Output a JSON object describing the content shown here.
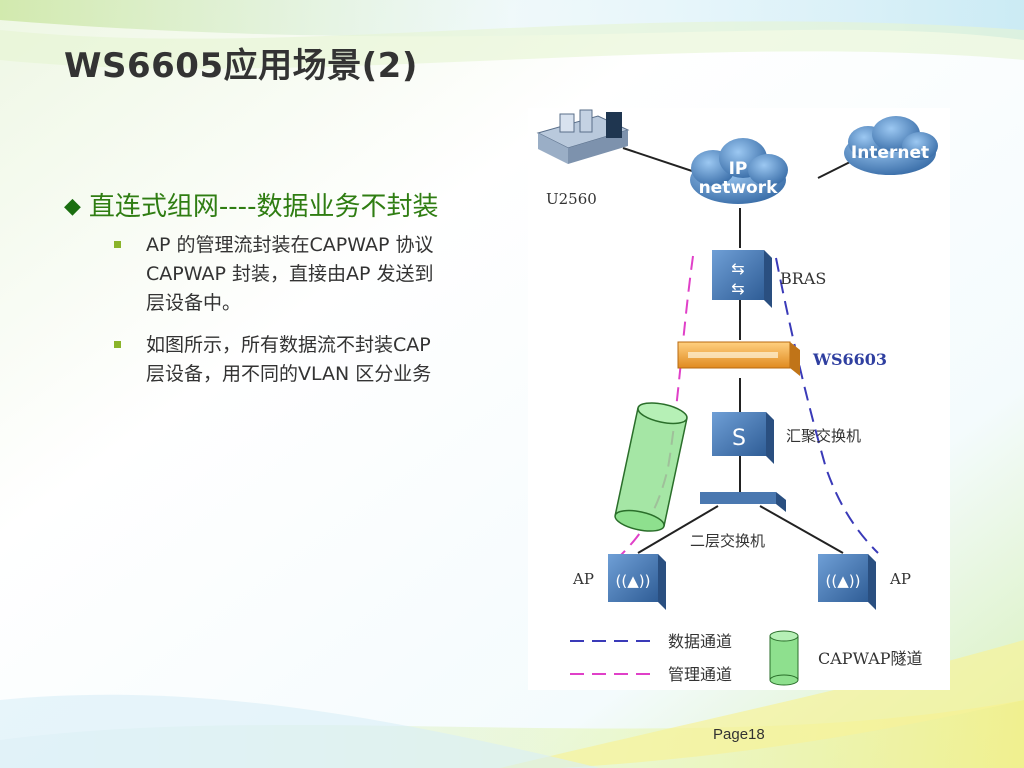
{
  "slide": {
    "title": "WS6605应用场景(2)",
    "main_bullet": "直连式组网----数据业务不封装",
    "sub_bullets": [
      {
        "line1": " AP 的管理流封装在CAPWAP 协议",
        "line2": "CAPWAP 封装，直接由AP 发送到",
        "line3": "层设备中。"
      },
      {
        "line1": " 如图所示，所有数据流不封装CAP",
        "line2": "层设备，用不同的VLAN 区分业务"
      }
    ],
    "page_label": "Page18"
  },
  "diagram": {
    "nodes": {
      "server": "U2560",
      "ip_network_line1": "IP",
      "ip_network_line2": "network",
      "internet": "Internet",
      "bras": "BRAS",
      "ws": "WS6603",
      "agg_switch": "汇聚交换机",
      "l2_switch": "二层交换机",
      "ap_left": "AP",
      "ap_right": "AP",
      "s_letter": "S"
    },
    "legend": {
      "data_channel": "数据通道",
      "mgmt_channel": "管理通道",
      "capwap_tunnel": "CAPWAP隧道"
    },
    "colors": {
      "data_line": "#3a3ab8",
      "mgmt_line": "#e040c8",
      "tunnel_fill": "#8ee08e",
      "device_blue": "#3e6fa8",
      "ws_orange": "#f0a040",
      "title_green": "#2f7d12"
    }
  }
}
